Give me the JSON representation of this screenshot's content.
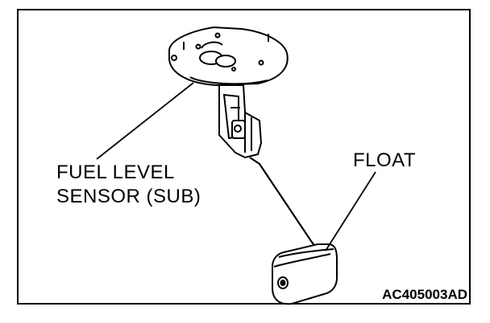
{
  "labels": {
    "sensor_line1": "FUEL LEVEL",
    "sensor_line2": "SENSOR (SUB)",
    "float": "FLOAT",
    "figure_code": "AC405003AD"
  }
}
